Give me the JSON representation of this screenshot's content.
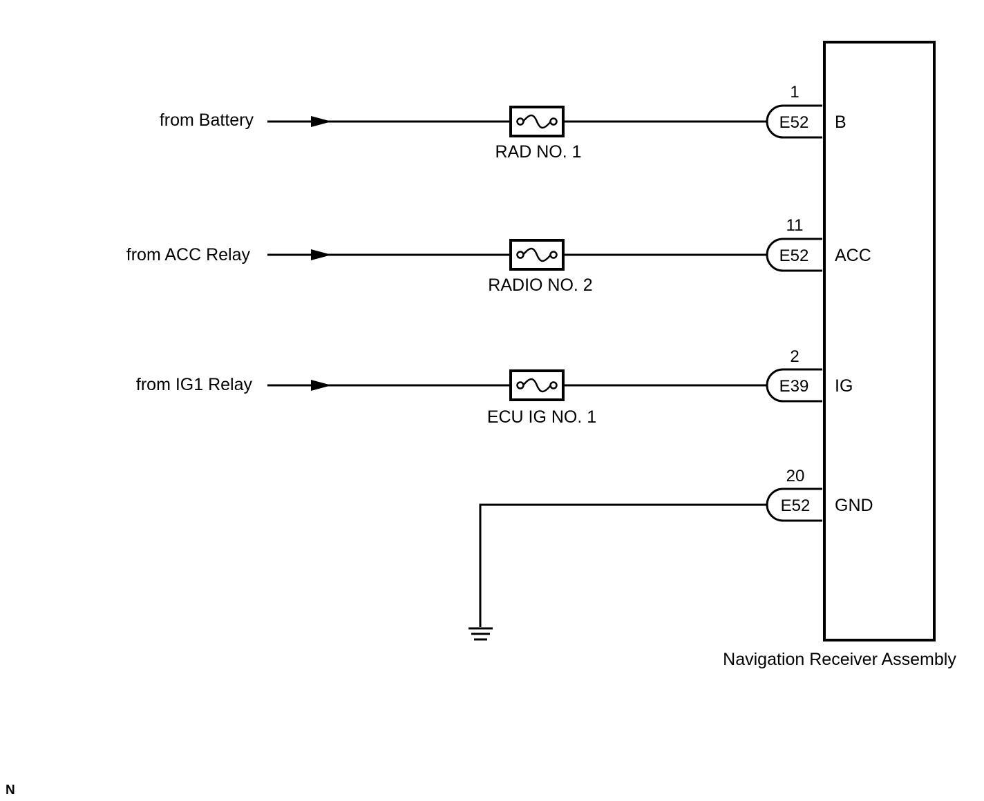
{
  "component": {
    "name": "Navigation Receiver Assembly"
  },
  "circuits": [
    {
      "source": "from Battery",
      "fuse": "RAD NO. 1",
      "pin": "1",
      "connector": "E52",
      "terminal": "B"
    },
    {
      "source": "from ACC Relay",
      "fuse": "RADIO NO. 2",
      "pin": "11",
      "connector": "E52",
      "terminal": "ACC"
    },
    {
      "source": "from IG1 Relay",
      "fuse": "ECU IG NO. 1",
      "pin": "2",
      "connector": "E39",
      "terminal": "IG"
    }
  ],
  "ground": {
    "pin": "20",
    "connector": "E52",
    "terminal": "GND"
  },
  "footer": {
    "mark": "N"
  }
}
